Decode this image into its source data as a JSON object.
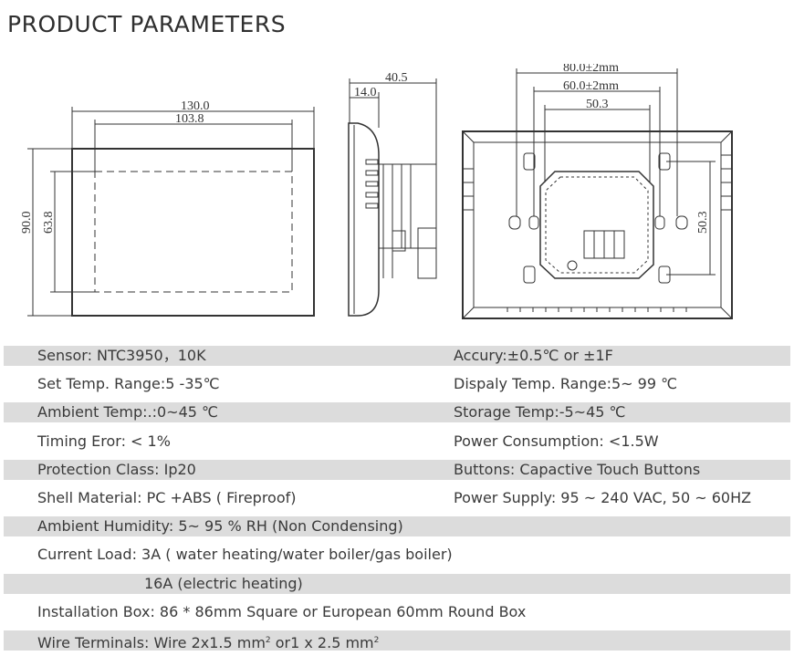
{
  "page": {
    "title": "PRODUCT PARAMETERS"
  },
  "drawing": {
    "front": {
      "width": "130.0",
      "inner_width": "103.8",
      "height": "90.0",
      "inner_height": "63.8"
    },
    "side": {
      "depth": "40.5",
      "panel_depth": "14.0"
    },
    "back": {
      "spacing_outer": "80.0±2mm",
      "spacing_mid": "60.0±2mm",
      "spacing_inner": "50.3",
      "vertical_spacing": "50.3"
    }
  },
  "specs": [
    {
      "left": "Sensor: NTC3950，10K",
      "right": "Accury:±0.5℃ or ±1F",
      "shaded": true
    },
    {
      "left": "Set Temp. Range:5 -35℃",
      "right": "Dispaly Temp. Range:5~ 99 ℃",
      "shaded": false
    },
    {
      "left": "Ambient Temp:.:0~45 ℃",
      "right": "Storage Temp:-5~45 ℃",
      "shaded": true
    },
    {
      "left": "Timing Eror: < 1%",
      "right": "Power Consumption: <1.5W",
      "shaded": false
    },
    {
      "left": "Protection Class: Ip20",
      "right": "Buttons: Capactive Touch Buttons",
      "shaded": true
    },
    {
      "left": "Shell Material: PC +ABS ( Fireproof)",
      "right": "Power Supply: 95 ~ 240 VAC, 50 ~ 60HZ",
      "shaded": false
    },
    {
      "left": "Ambient Humidity: 5~ 95 % RH (Non Condensing)",
      "right": "",
      "shaded": true
    },
    {
      "left": "Current Load: 3A ( water heating/water boiler/gas boiler)",
      "right": "",
      "shaded": false
    },
    {
      "left": "16A (electric heating)",
      "right": "",
      "shaded": true,
      "indent": true
    },
    {
      "left": "Installation Box: 86 * 86mm Square or European 60mm Round Box",
      "right": "",
      "shaded": false
    }
  ],
  "wire_terminals": {
    "prefix": "Wire Terminals: Wire 2x1.5 mm",
    "sup1": "2",
    "middle": " or1 x 2.5 mm",
    "sup2": "2"
  }
}
